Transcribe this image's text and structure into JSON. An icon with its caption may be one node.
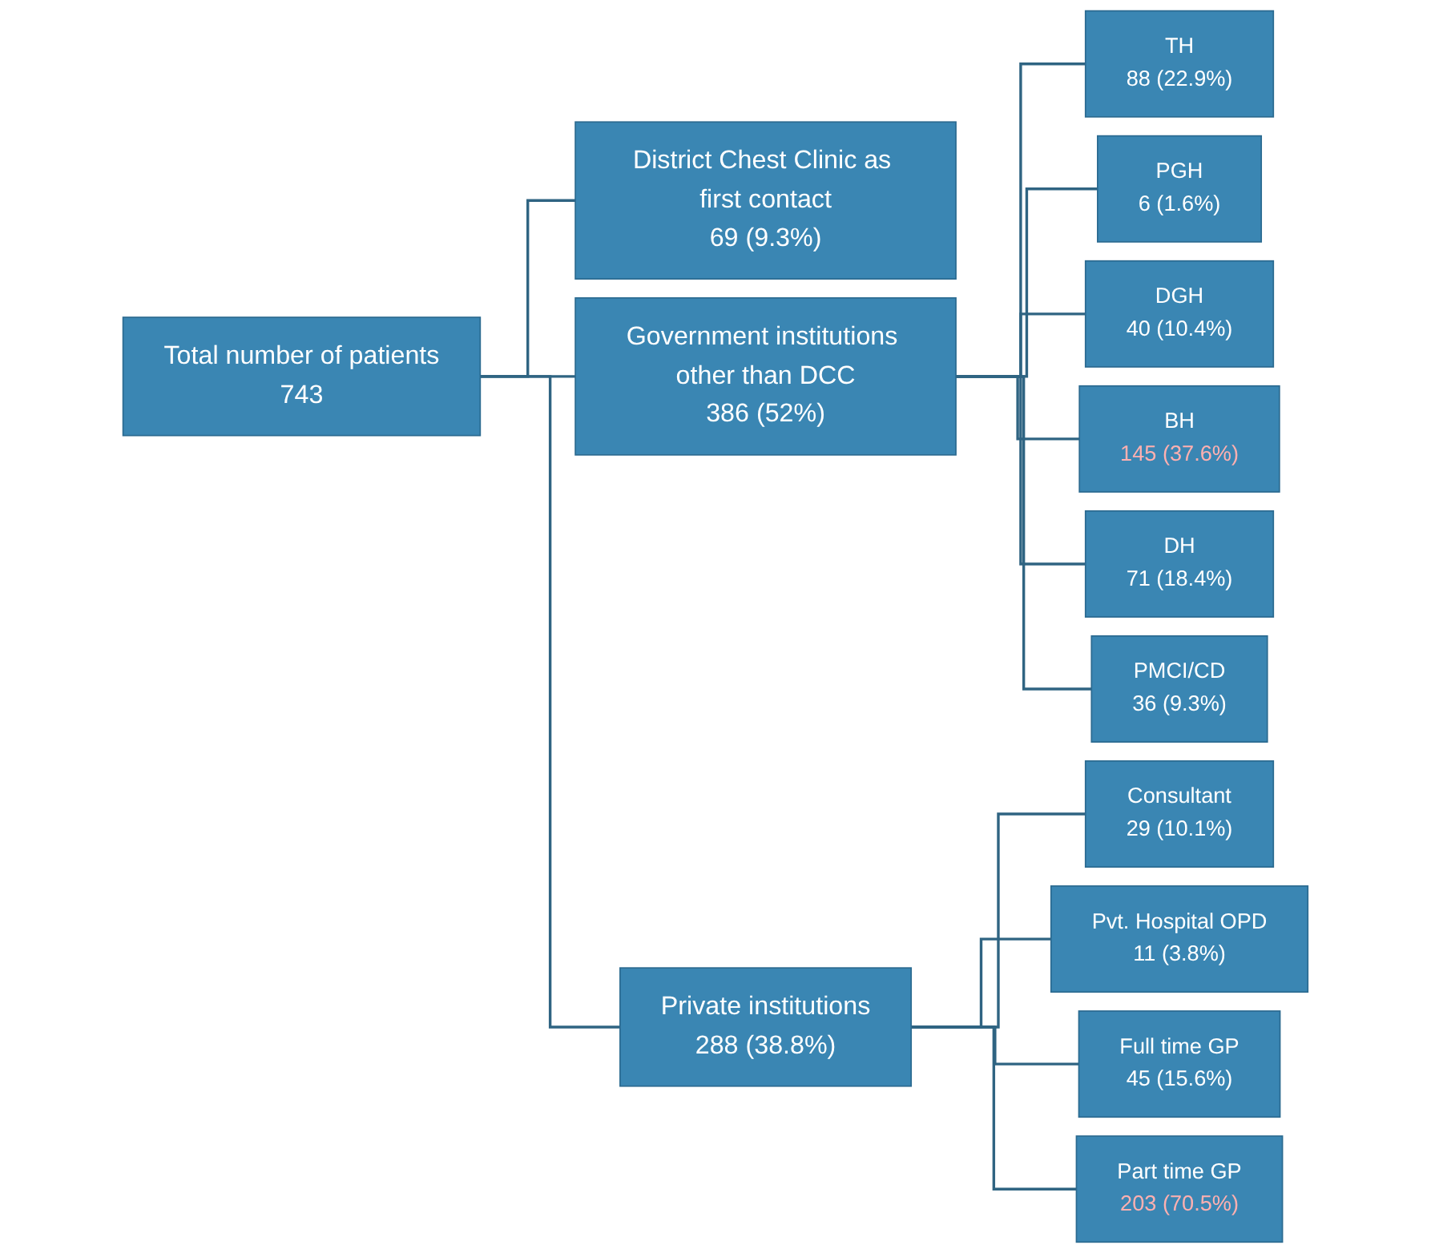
{
  "diagram": {
    "nodes": [
      {
        "text": [
          "Total number of patients",
          "743"
        ]
      },
      {
        "text": [
          "District Chest Clinic as first contact",
          "69 (9.3%)"
        ]
      },
      {
        "text": [
          "Government institutions other than DCC",
          "386 (52%)"
        ]
      },
      {
        "text": [
          "Private institutions",
          "288 (38.8%)"
        ]
      },
      {
        "text": [
          "TH",
          "88 (22.9%)"
        ]
      },
      {
        "text": [
          "PGH",
          "6 (1.6%)"
        ]
      },
      {
        "text": [
          "DGH",
          "40 (10.4%)"
        ]
      },
      {
        "text": [
          "BH",
          "145 (37.6%)"
        ]
      },
      {
        "text": [
          "DH",
          "71 (18.4%)"
        ]
      },
      {
        "text": [
          "PMCI/CD",
          "36 (9.3%)"
        ]
      },
      {
        "text": [
          "Consultant",
          "29 (10.1%)"
        ]
      },
      {
        "text": [
          "Pvt. Hospital OPD",
          "11 (3.8%)"
        ]
      },
      {
        "text": [
          "Full time GP",
          "45 (15.6%)"
        ]
      },
      {
        "text": [
          "Part time GP",
          "203 (70.5%)"
        ]
      }
    ],
    "edges": [
      {
        "from": 0,
        "to": 1,
        "arrow": "none"
      },
      {
        "from": 0,
        "to": 2,
        "arrow": "none"
      },
      {
        "from": 0,
        "to": 3,
        "arrow": "none"
      },
      {
        "from": 2,
        "to": 4,
        "arrow": "none"
      },
      {
        "from": 2,
        "to": 5,
        "arrow": "none"
      },
      {
        "from": 2,
        "to": 6,
        "arrow": "none"
      },
      {
        "from": 2,
        "to": 7,
        "arrow": "none"
      },
      {
        "from": 2,
        "to": 8,
        "arrow": "none"
      },
      {
        "from": 2,
        "to": 9,
        "arrow": "none"
      },
      {
        "from": 3,
        "to": 10,
        "arrow": "none"
      },
      {
        "from": 3,
        "to": 11,
        "arrow": "none"
      },
      {
        "from": 3,
        "to": 12,
        "arrow": "none"
      },
      {
        "from": 3,
        "to": 13,
        "arrow": "none"
      }
    ]
  }
}
